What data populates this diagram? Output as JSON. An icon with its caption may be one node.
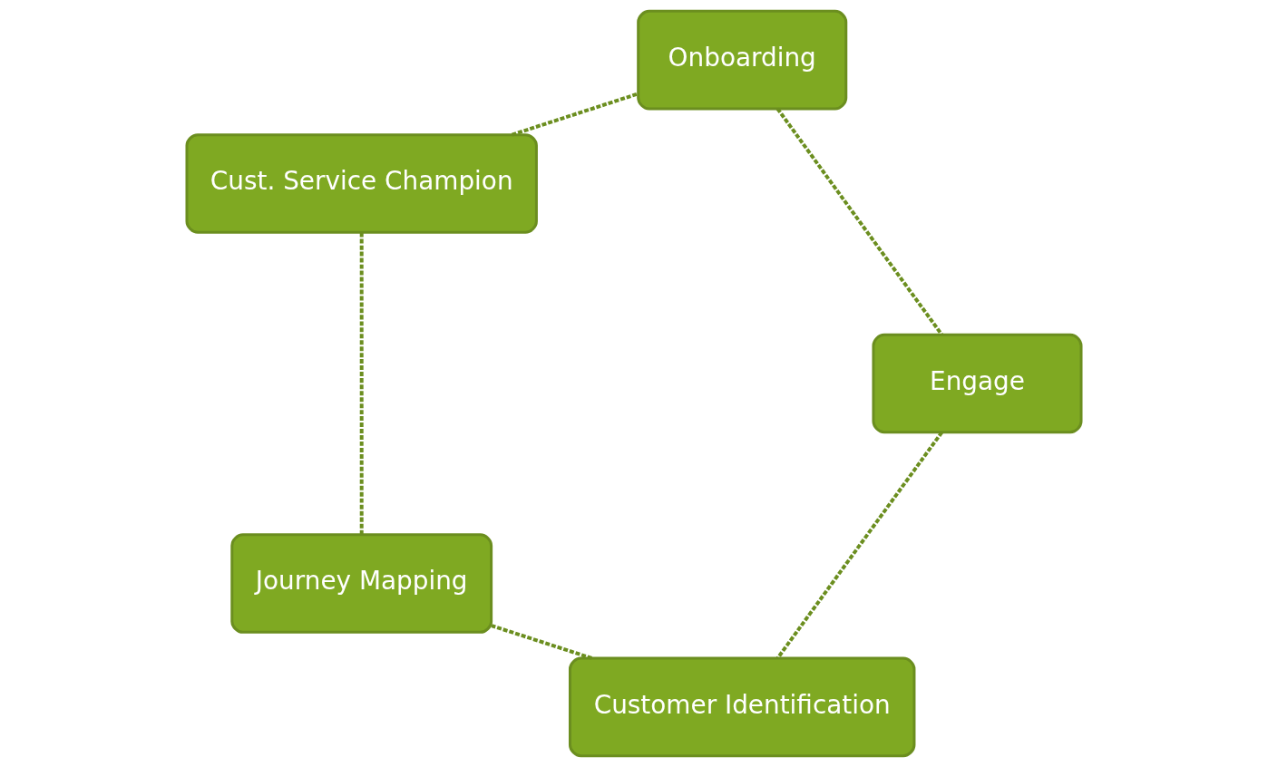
{
  "diagram": {
    "nodes": [
      {
        "text": [
          "Customer Identification"
        ]
      },
      {
        "text": [
          "Engage"
        ]
      },
      {
        "text": [
          "Journey Mapping"
        ]
      },
      {
        "text": [
          "Onboarding"
        ]
      },
      {
        "text": [
          "Cust. Service Champion"
        ]
      }
    ],
    "edges": [
      {
        "from": 0,
        "to": 2,
        "arrow": "none",
        "style": "dashed"
      },
      {
        "from": 2,
        "to": 4,
        "arrow": "none",
        "style": "dashed"
      },
      {
        "from": 4,
        "to": 3,
        "arrow": "none",
        "style": "dashed"
      },
      {
        "from": 3,
        "to": 1,
        "arrow": "none",
        "style": "dashed"
      },
      {
        "from": 1,
        "to": 0,
        "arrow": "none",
        "style": "dashed"
      }
    ]
  }
}
